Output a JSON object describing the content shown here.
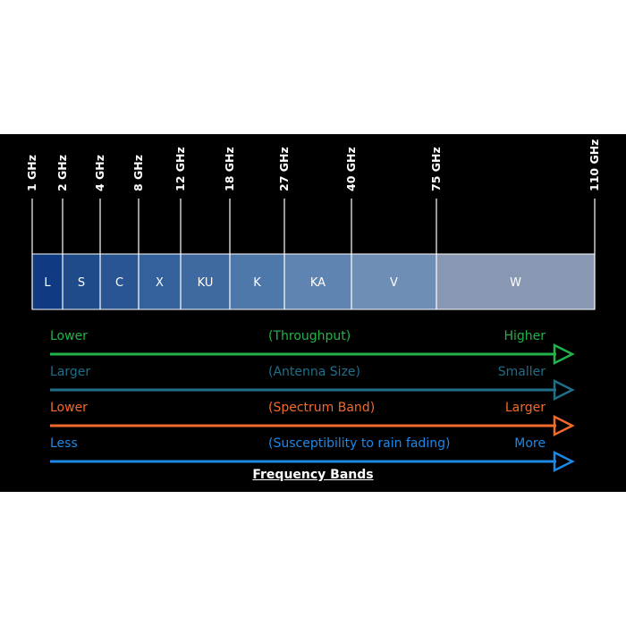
{
  "frequencies": [
    "1 GHz",
    "2 GHz",
    "4 GHz",
    "8 GHz",
    "12 GHz",
    "18 GHz",
    "27 GHz",
    "40 GHz",
    "75 GHz",
    "110 GHz"
  ],
  "bands": [
    {
      "label": "L",
      "color": "#103a82"
    },
    {
      "label": "S",
      "color": "#1f4b8b"
    },
    {
      "label": "C",
      "color": "#2a5593"
    },
    {
      "label": "X",
      "color": "#34609b"
    },
    {
      "label": "KU",
      "color": "#3e69a1"
    },
    {
      "label": "K",
      "color": "#4f78aa"
    },
    {
      "label": "KA",
      "color": "#5f84b1"
    },
    {
      "label": "V",
      "color": "#6f8eb5"
    },
    {
      "label": "W",
      "color": "#8898b3"
    }
  ],
  "arrows": [
    {
      "left": "Lower",
      "middle": "(Throughput)",
      "right": "Higher",
      "color": "#22b34a"
    },
    {
      "left": "Larger",
      "middle": "(Antenna Size)",
      "right": "Smaller",
      "color": "#1f6f8b"
    },
    {
      "left": "Lower",
      "middle": "(Spectrum Band)",
      "right": "Larger",
      "color": "#f26a2b"
    },
    {
      "left": "Less",
      "middle": "(Susceptibility to rain fading)",
      "right": "More",
      "color": "#1e88e5"
    }
  ],
  "caption": "Frequency Bands"
}
